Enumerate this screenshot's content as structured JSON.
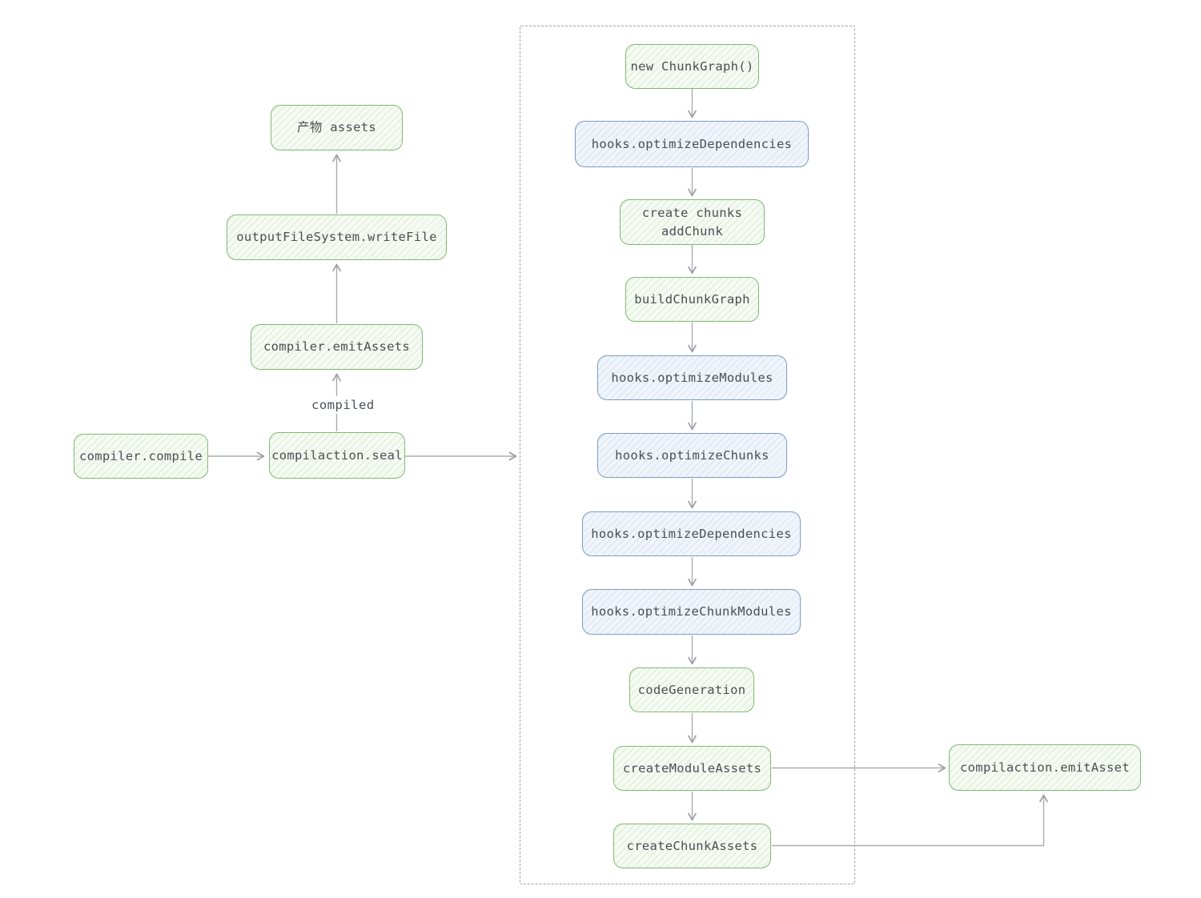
{
  "left_flow": {
    "compiler_compile": "compiler.compile",
    "compilaction_seal": "compilaction.seal",
    "compiled_edge_label": "compiled",
    "compiler_emit_assets": "compiler.emitAssets",
    "output_filesystem_writefile": "outputFileSystem.writeFile",
    "assets": "产物 assets"
  },
  "seal_pipeline": {
    "new_chunk_graph": "new ChunkGraph()",
    "hooks_optimize_dependencies_1": "hooks.optimizeDependencies",
    "create_chunks_line1": "create chunks",
    "create_chunks_line2": "addChunk",
    "build_chunk_graph": "buildChunkGraph",
    "hooks_optimize_modules": "hooks.optimizeModules",
    "hooks_optimize_chunks": "hooks.optimizeChunks",
    "hooks_optimize_dependencies_2": "hooks.optimizeDependencies",
    "hooks_optimize_chunk_modules": "hooks.optimizeChunkModules",
    "code_generation": "codeGeneration",
    "create_module_assets": "createModuleAssets",
    "create_chunk_assets": "createChunkAssets"
  },
  "emit": {
    "compilaction_emit_asset": "compilaction.emitAsset"
  },
  "colors": {
    "green_node_border": "#82b973",
    "green_node_fill": "#f5faf2",
    "blue_node_border": "#7d9bc3",
    "blue_node_fill": "#f0f5fb",
    "text": "#4a4f55",
    "arrow": "#a9acb0",
    "dashed_container_border": "#9ea1a6",
    "background": "#ffffff"
  }
}
